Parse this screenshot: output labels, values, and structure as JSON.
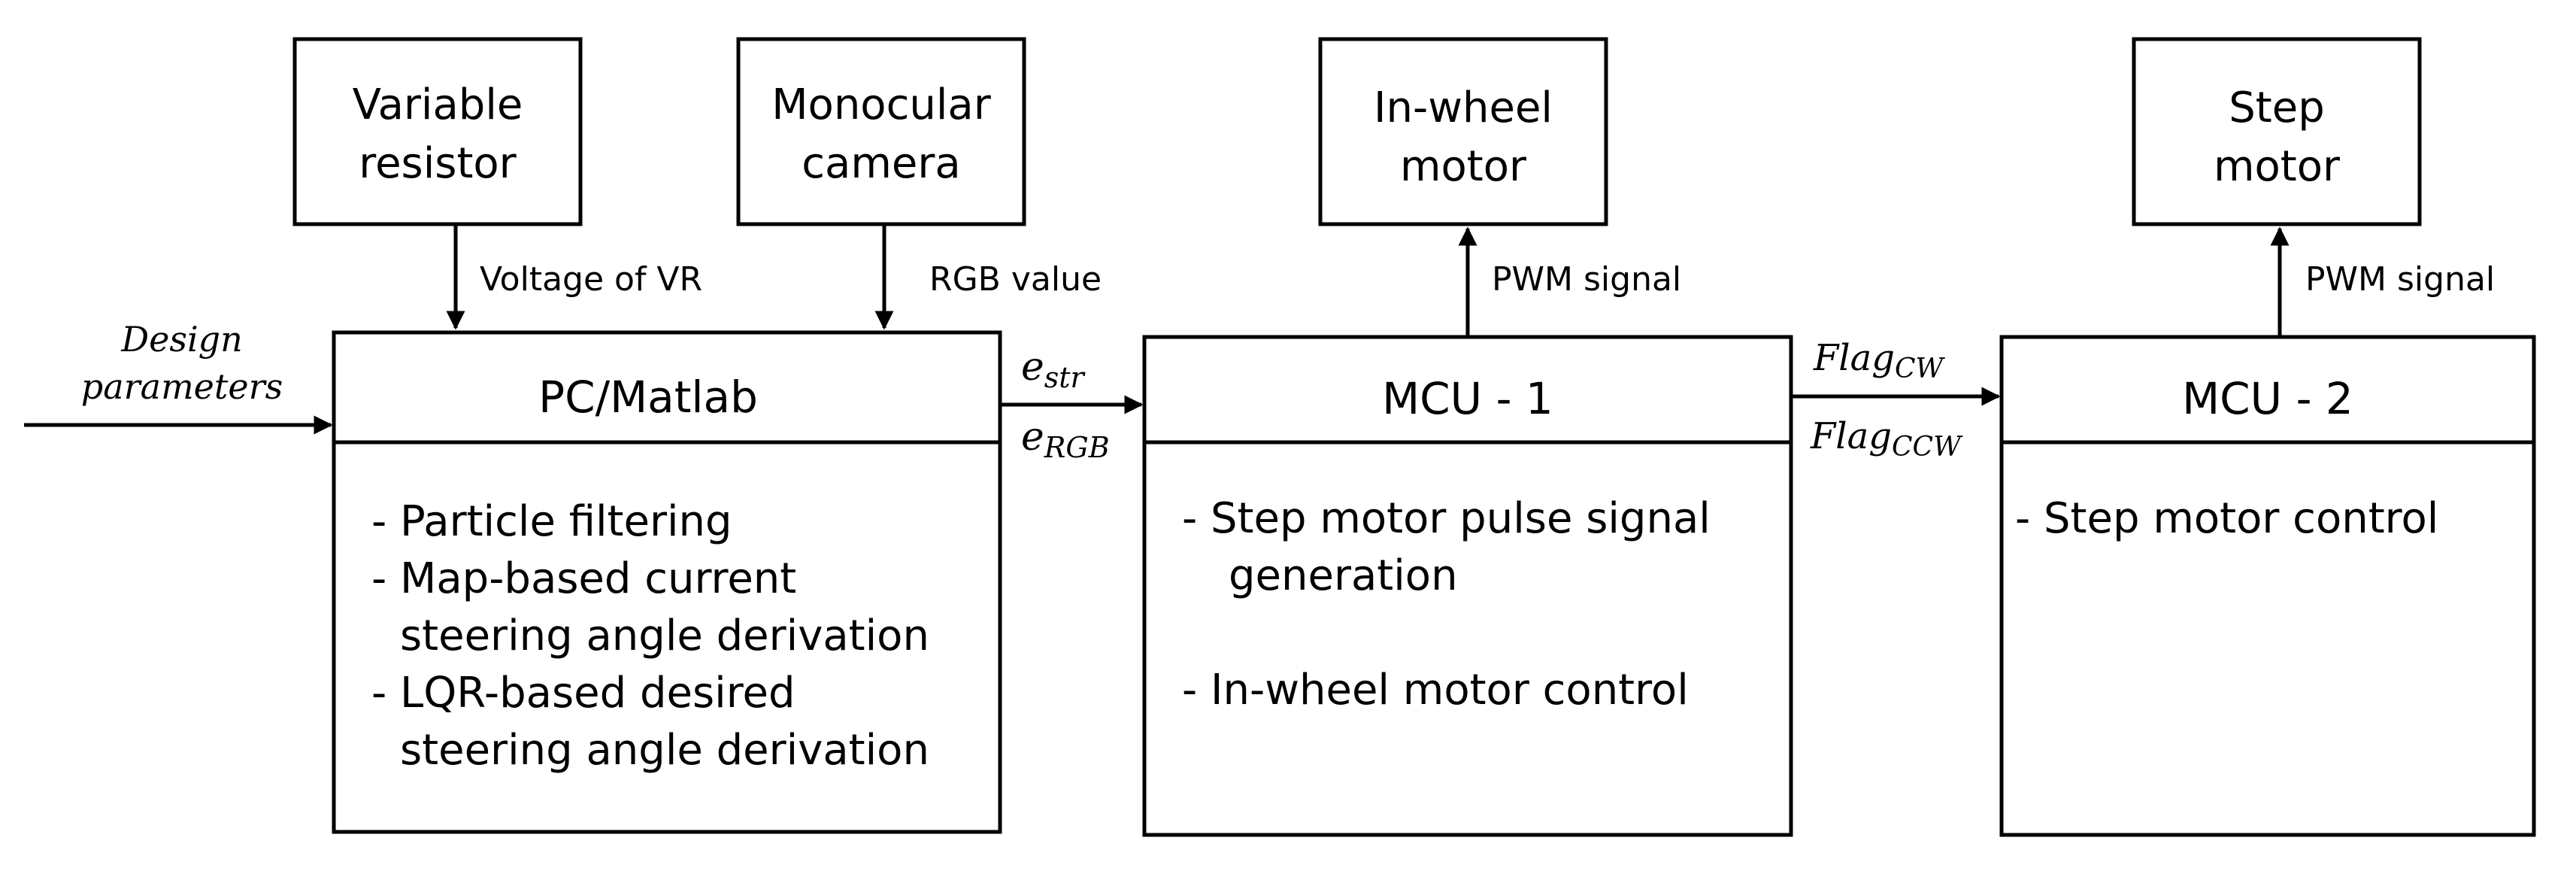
{
  "inputs": {
    "variable_resistor": [
      "Variable",
      "resistor"
    ],
    "monocular_camera": [
      "Monocular",
      "camera"
    ],
    "design_parameters": [
      "Design",
      "parameters"
    ]
  },
  "outputs": {
    "in_wheel_motor": [
      "In-wheel",
      "motor"
    ],
    "step_motor": [
      "Step",
      "motor"
    ]
  },
  "signals": {
    "voltage_vr": "Voltage of VR",
    "rgb_value": "RGB value",
    "pwm_signal_1": "PWM signal",
    "pwm_signal_2": "PWM signal",
    "e_str": {
      "base": "e",
      "sub": "str"
    },
    "e_rgb": {
      "base": "e",
      "sub": "RGB"
    },
    "flag_cw": {
      "base": "Flag",
      "sub": "CW"
    },
    "flag_ccw": {
      "base": "Flag",
      "sub": "CCW"
    }
  },
  "blocks": {
    "pc": {
      "title": "PC/Matlab",
      "lines": [
        "- Particle filtering",
        "- Map-based current",
        "steering angle derivation",
        "- LQR-based desired",
        "steering angle derivation"
      ]
    },
    "mcu1": {
      "title": "MCU - 1",
      "lines": [
        "- Step motor pulse signal",
        "generation",
        "- In-wheel motor control"
      ]
    },
    "mcu2": {
      "title": "MCU - 2",
      "lines": [
        "- Step motor control"
      ]
    }
  }
}
